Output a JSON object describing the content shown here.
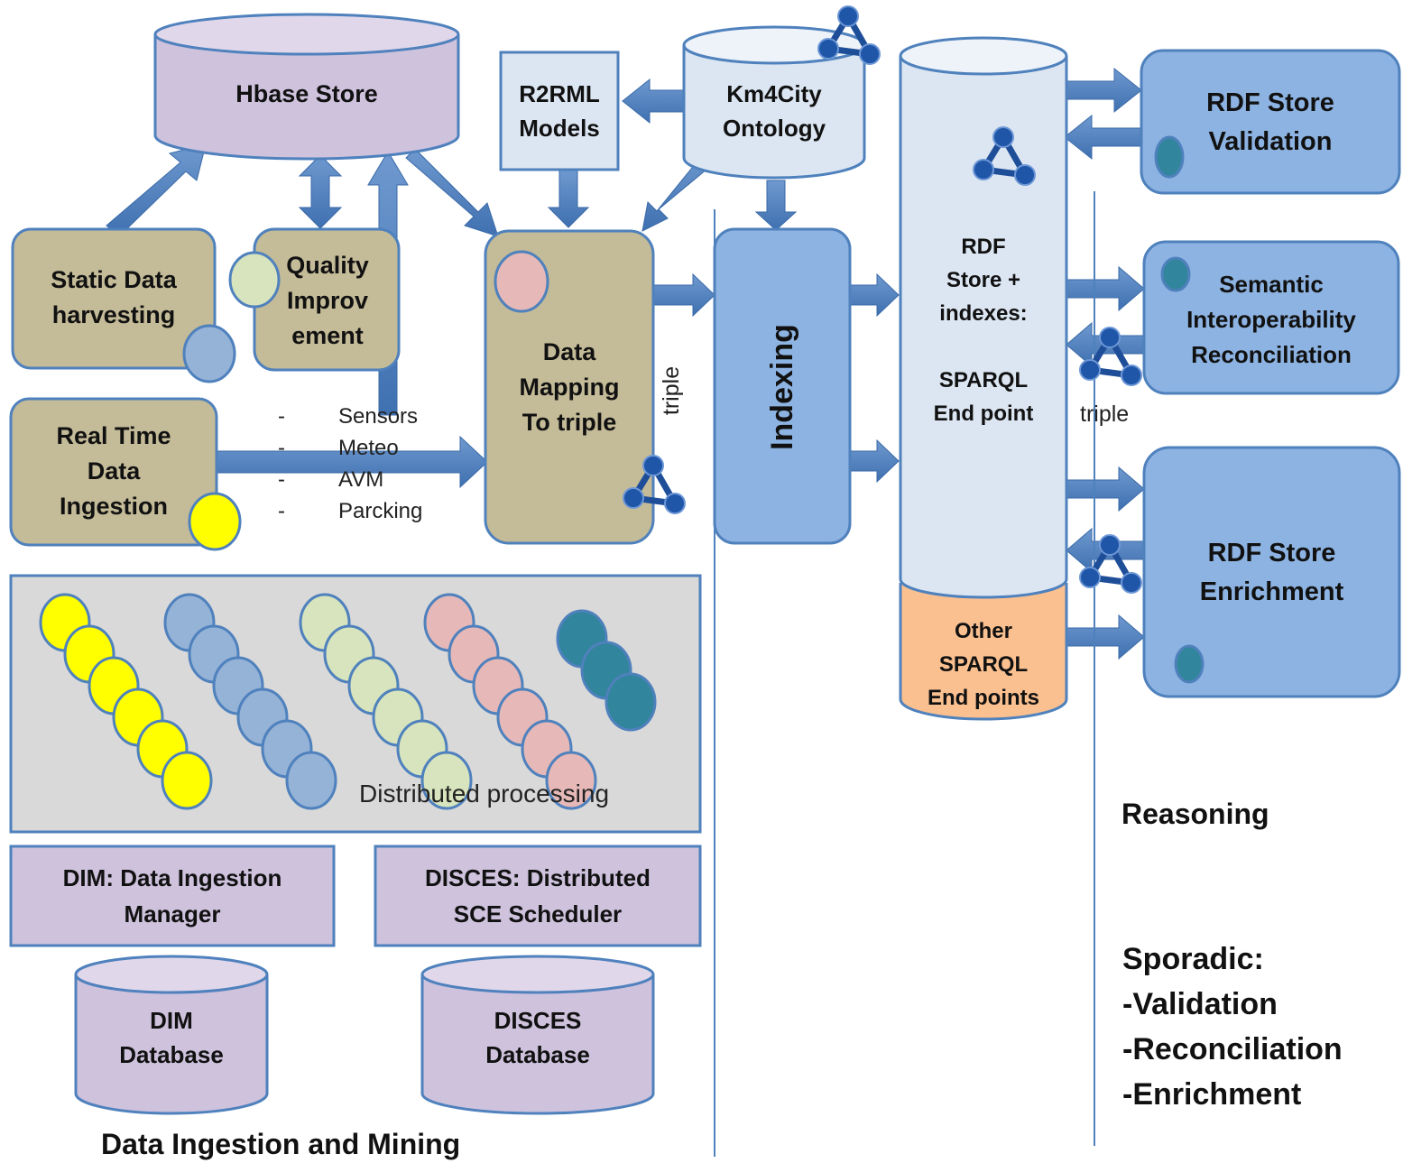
{
  "nodes": {
    "hbase_store": "Hbase Store",
    "r2rml_models": "R2RML\nModels",
    "km4city_ontology": "Km4City\nOntology",
    "static_data": "Static Data\nharvesting",
    "quality": "Quality\nImprov\nement",
    "data_mapping": "Data\nMapping\nTo triple",
    "indexing": "Indexing",
    "rdf_store_indexes": "RDF\nStore +\nindexes:\n\nSPARQL\nEnd point",
    "other_sparql": "Other\nSPARQL\nEnd points",
    "rdf_validation": "RDF Store\nValidation",
    "semantic_interop": "Semantic\nInteroperability\nReconciliation",
    "rdf_enrichment": "RDF Store\nEnrichment",
    "real_time": "Real Time\nData\nIngestion",
    "dim_manager": "DIM: Data Ingestion\nManager",
    "disces_scheduler": "DISCES: Distributed\nSCE Scheduler",
    "dim_db": "DIM\nDatabase",
    "disces_db": "DISCES\nDatabase"
  },
  "sources": {
    "items": [
      "Sensors",
      "Meteo",
      "AVM",
      "Parcking"
    ],
    "bullet": "-"
  },
  "labels": {
    "triple_vertical": "triple",
    "triple_horizontal": "triple",
    "distributed": "Distributed processing",
    "section_ingestion": "Data Ingestion and Mining",
    "reasoning": "Reasoning",
    "sporadic_title": "Sporadic:",
    "sporadic_items": [
      "-Validation",
      "-Reconciliation",
      "-Enrichment"
    ]
  },
  "colors": {
    "tan": "#c4bb98",
    "lavender": "#cec2dd",
    "light_blue": "#dce6f2",
    "mid_blue": "#8db3e2",
    "peach": "#fac090",
    "arrow_blue": "#4f81bd",
    "gray_panel": "#d9d9d9",
    "yellow": "#ffff00",
    "blue_dot": "#95b3d7",
    "green_dot": "#d7e4bd",
    "pink_dot": "#e6b9b8",
    "teal_dot": "#31859c"
  }
}
